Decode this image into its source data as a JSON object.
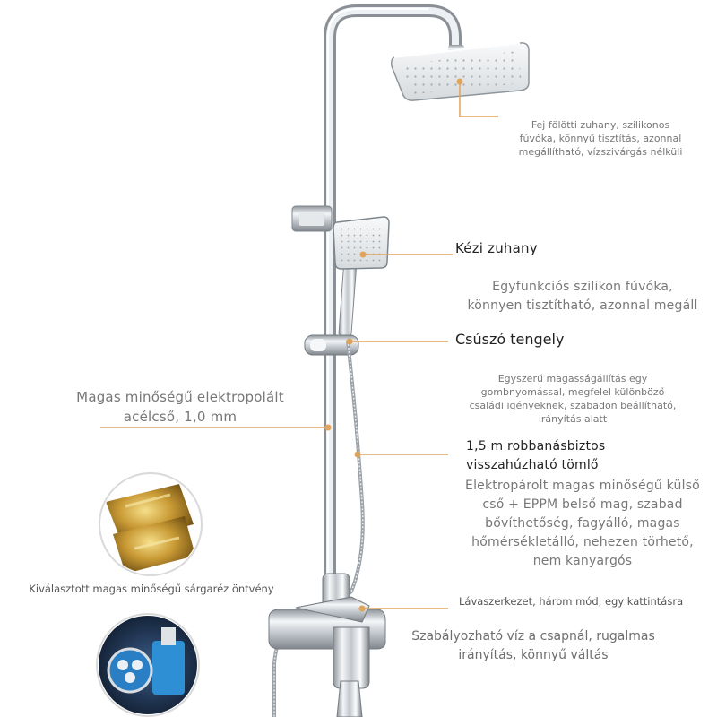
{
  "accent_color": "#e0a45a",
  "callouts": {
    "overhead_desc": "Fej fölötti zuhany, szilikonos\nfúvóka, könnyű tisztítás, azonnal\nmegállítható, vízszivárgás nélküli",
    "hand_title": "Kézi zuhany",
    "hand_desc": "Egyfunkciós szilikon fúvóka,\nkönnyen tisztítható, azonnal megáll",
    "slide_title": "Csúszó tengely",
    "slide_desc": "Egyszerű magasságállítás egy\ngombnyomással, megfelel különböző\ncsaládi igényeknek, szabadon beállítható,\nirányítás alatt",
    "pipe_desc": "Magas minőségű elektropolált\nacélcső, 1,0 mm",
    "hose_title": "1,5 m robbanásbiztos\nvisszahúzható tömlő",
    "hose_desc": "Elektropárolt magas minőségű külső\ncső + EPPM belső mag, szabad\nbővíthetőség, fagyálló, magas\nhőmérsékletálló, nehezen törhető,\nnem kanyargós",
    "brass_desc": "Kiválasztott magas minőségű sárgaréz öntvény",
    "lever_desc": "Lávaszerkezet, három mód, egy kattintásra",
    "tap_desc": "Szabályozható víz a csapnál, rugalmas\nirányítás, könnyű váltás"
  }
}
